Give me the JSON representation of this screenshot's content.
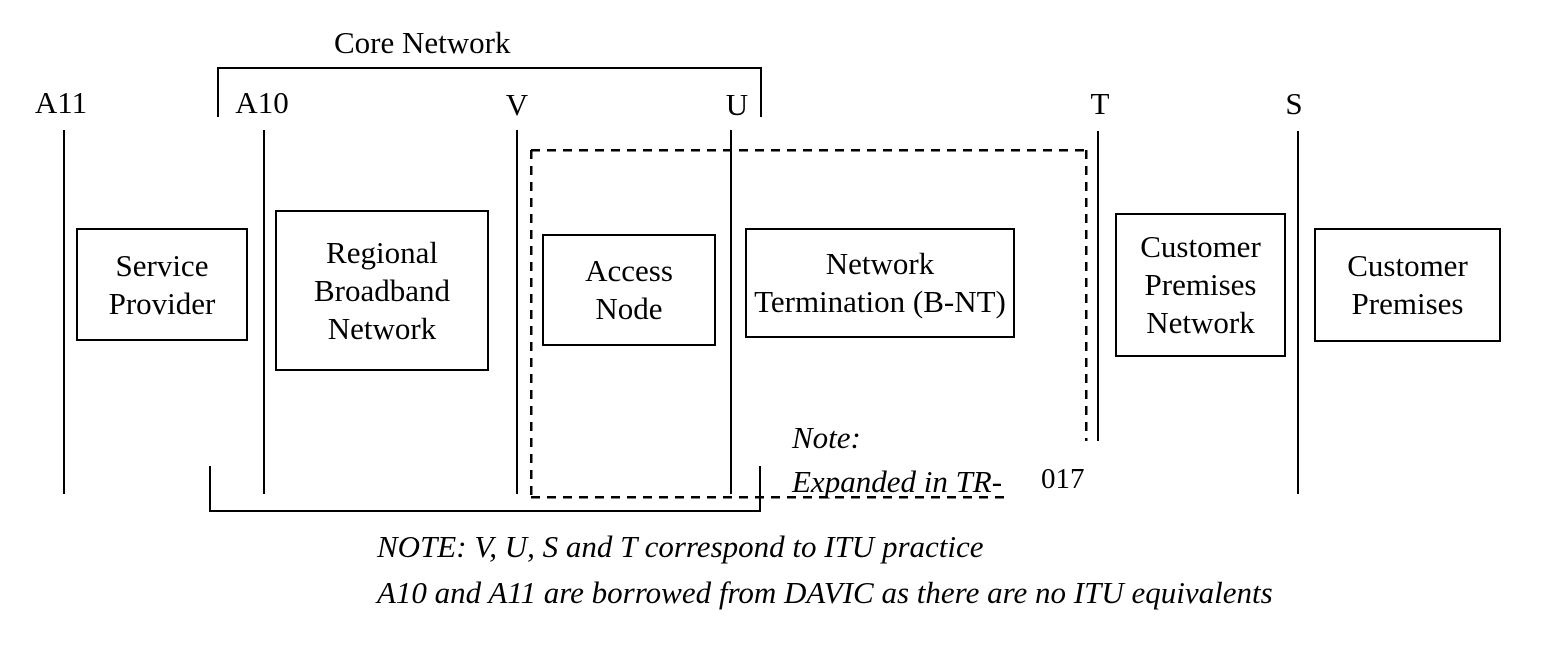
{
  "diagram": {
    "title_bracket_label": "Core Network",
    "reference_points": [
      {
        "id": "A11",
        "label": "A11"
      },
      {
        "id": "A10",
        "label": "A10"
      },
      {
        "id": "V",
        "label": "V"
      },
      {
        "id": "U",
        "label": "U"
      },
      {
        "id": "T",
        "label": "T"
      },
      {
        "id": "S",
        "label": "S"
      }
    ],
    "nodes": [
      {
        "id": "service-provider",
        "label": [
          "Service",
          "Provider"
        ]
      },
      {
        "id": "regional-broadband-network",
        "label": [
          "Regional",
          "Broadband",
          "Network"
        ]
      },
      {
        "id": "access-node",
        "label": [
          "Access",
          "Node"
        ]
      },
      {
        "id": "network-termination",
        "label": [
          "Network",
          "Termination (B-NT)"
        ]
      },
      {
        "id": "customer-premises-network",
        "label": [
          "Customer",
          "Premises",
          "Network"
        ]
      },
      {
        "id": "customer-premises",
        "label": [
          "Customer",
          "Premises"
        ]
      }
    ],
    "inline_note": {
      "lines": [
        "Note:",
        "Expanded in TR-"
      ],
      "suffix": "017"
    },
    "footnote": {
      "lines": [
        "NOTE: V, U, S and T correspond to ITU practice",
        "A10 and A11 are borrowed from DAVIC as there are no ITU equivalents"
      ]
    },
    "colors": {
      "line": "#000000",
      "text": "#000000",
      "background": "#ffffff"
    }
  }
}
